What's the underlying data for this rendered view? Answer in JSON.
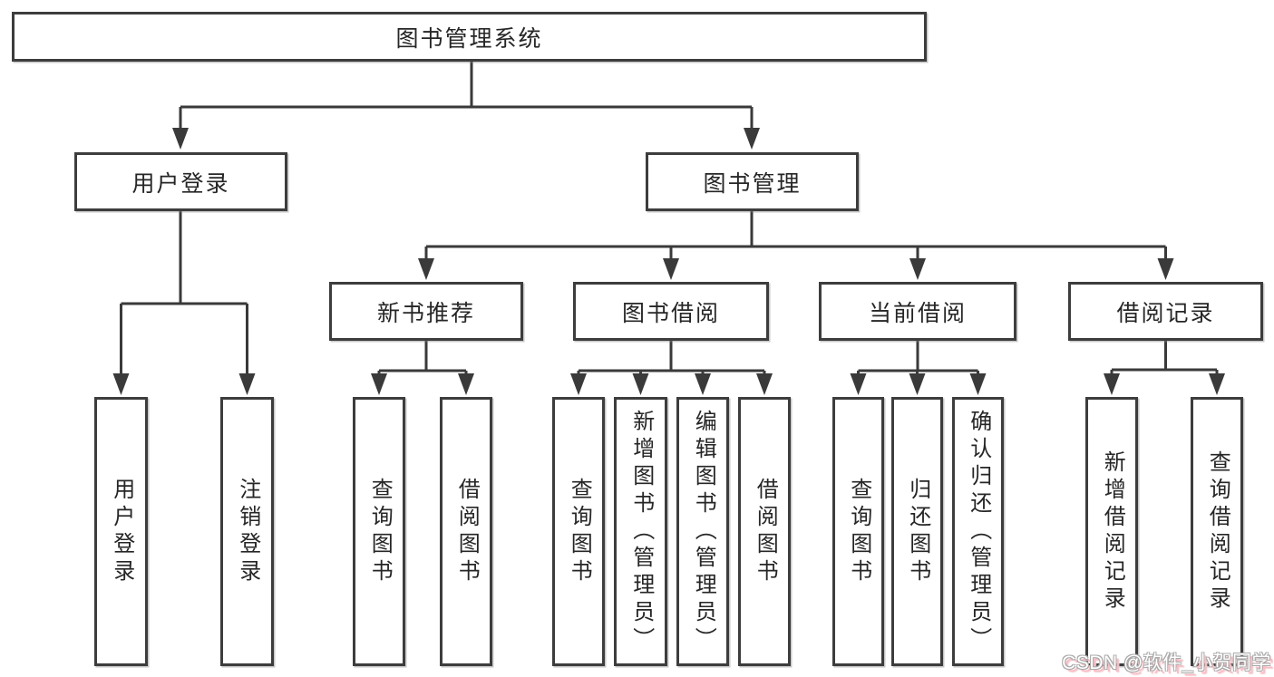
{
  "diagram": {
    "root": {
      "label": "图书管理系统"
    },
    "branches": [
      {
        "label": "用户登录",
        "children": [
          {
            "label": "用户登录"
          },
          {
            "label": "注销登录"
          }
        ]
      },
      {
        "label": "图书管理",
        "groups": [
          {
            "label": "新书推荐",
            "children": [
              {
                "label": "查询图书"
              },
              {
                "label": "借阅图书"
              }
            ]
          },
          {
            "label": "图书借阅",
            "children": [
              {
                "label": "查询图书"
              },
              {
                "label": "新增图书（管理员）"
              },
              {
                "label": "编辑图书（管理员）"
              },
              {
                "label": "借阅图书"
              }
            ]
          },
          {
            "label": "当前借阅",
            "children": [
              {
                "label": "查询图书"
              },
              {
                "label": "归还图书"
              },
              {
                "label": "确认归还（管理员）"
              }
            ]
          },
          {
            "label": "借阅记录",
            "children": [
              {
                "label": "新增借阅记录"
              },
              {
                "label": "查询借阅记录"
              }
            ]
          }
        ]
      }
    ]
  },
  "watermark": {
    "text": "CSDN @软件_小贺同学"
  },
  "colors": {
    "line": "#3a3a3a",
    "text": "#262626",
    "background": "#ffffff",
    "watermark_shadow": "#f8bcc4"
  }
}
